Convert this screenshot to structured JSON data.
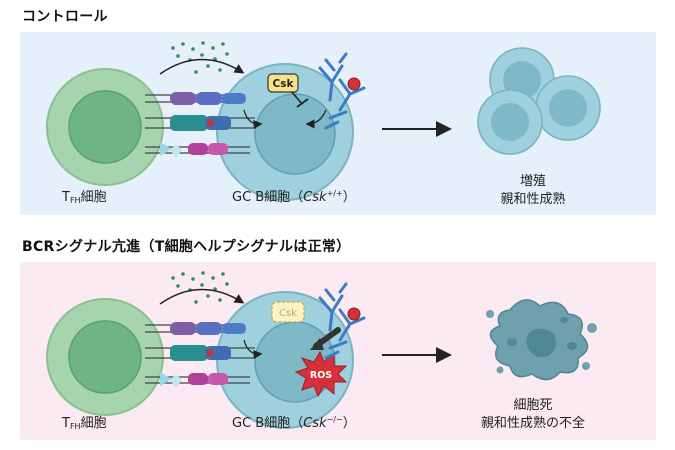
{
  "control": {
    "title": "コントロール",
    "tfh_label": {
      "main": "T",
      "sub": "FH",
      "suffix": "細胞"
    },
    "gcb_label": {
      "prefix": "GC B細胞（",
      "gene": "Csk",
      "genotype": "+/+",
      "suffix": "）"
    },
    "csk_label": "Csk",
    "outcome_line1": "増殖",
    "outcome_line2": "親和性成熟"
  },
  "bcr": {
    "title": "BCRシグナル亢進（T細胞ヘルプシグナルは正常）",
    "tfh_label": {
      "main": "T",
      "sub": "FH",
      "suffix": "細胞"
    },
    "gcb_label": {
      "prefix": "GC B細胞（",
      "gene": "Csk",
      "genotype": "−/−",
      "suffix": "）"
    },
    "csk_label": "Csk",
    "ros_label": "ROS",
    "outcome_line1": "細胞死",
    "outcome_line2": "親和性成熟の不全"
  },
  "colors": {
    "control_bg": "#e6f0fb",
    "bcr_bg": "#fbeaf1",
    "tfh_outer": "#a6d4ad",
    "tfh_inner": "#6fb583",
    "gcb_outer": "#9fd0dd",
    "gcb_inner": "#7fb8c7",
    "csk_fill": "#f5e28a",
    "ros_fill": "#d7303a",
    "dead_cell": "#6ea0ad"
  }
}
